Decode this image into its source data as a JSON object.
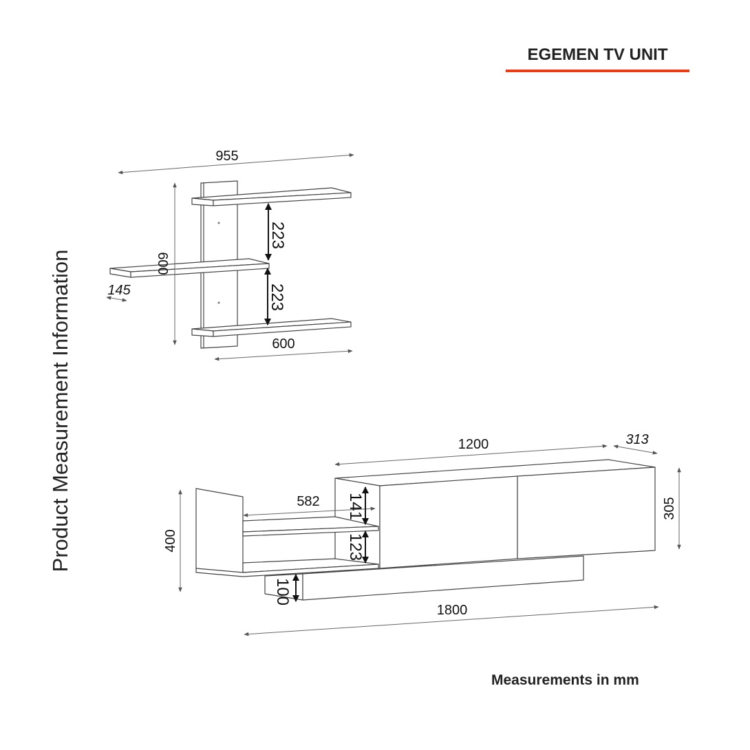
{
  "header": {
    "title": "EGEMEN TV UNIT",
    "accent_color": "#e2401c"
  },
  "side_label": "Product Measurement Information",
  "footer": {
    "units_note": "Measurements in mm"
  },
  "wall_shelf": {
    "total_width": "955",
    "height": "600",
    "shelf_spacing_upper": "223",
    "shelf_spacing_lower": "223",
    "depth": "145",
    "shelf_width": "600"
  },
  "tv_unit": {
    "cabinet_width": "1200",
    "depth": "313",
    "cabinet_height": "305",
    "side_height": "400",
    "open_shelf_width": "582",
    "upper_compartment": "141",
    "lower_compartment": "123",
    "plinth_height": "100",
    "total_width": "1800"
  }
}
